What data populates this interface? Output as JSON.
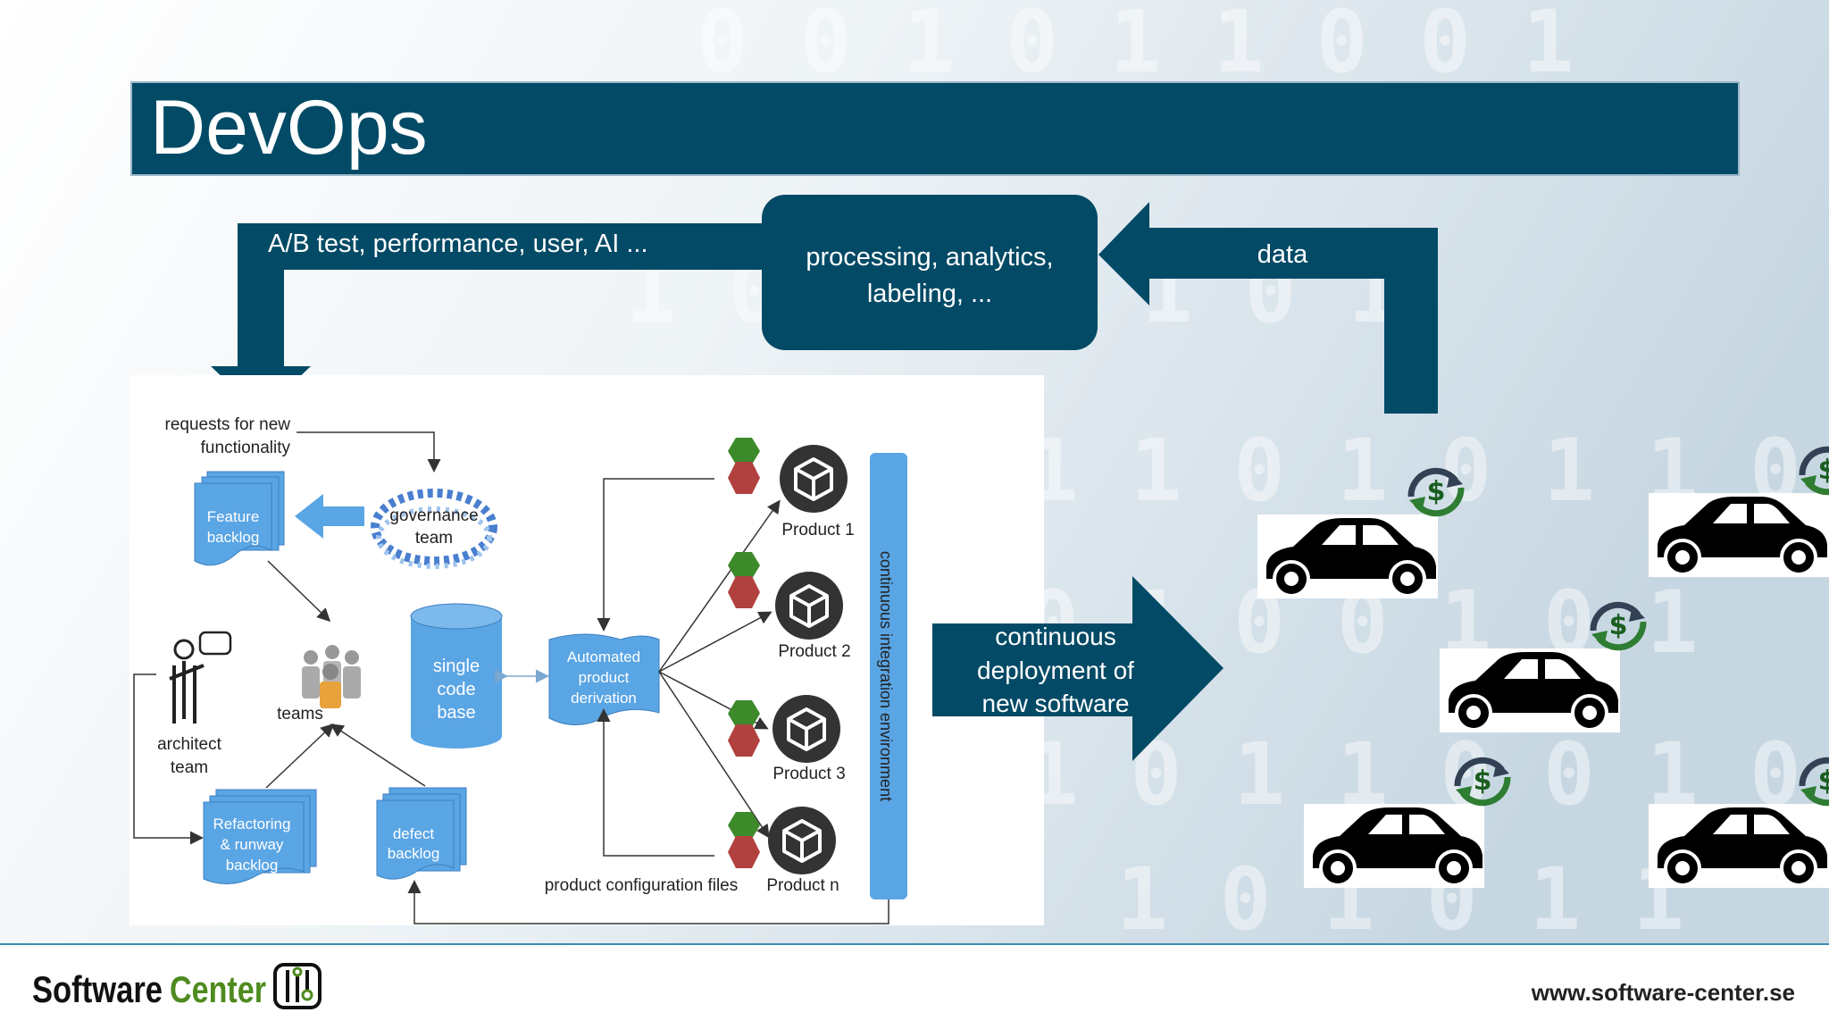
{
  "slide": {
    "title": "DevOps",
    "feedback_label": "A/B test, performance, user, AI ...",
    "processing_label_line1": "processing, analytics,",
    "processing_label_line2": "labeling, ...",
    "data_label": "data",
    "deploy_label_line1": "continuous",
    "deploy_label_line2": "deployment of",
    "deploy_label_line3": "new software"
  },
  "diagram": {
    "requests_line1": "requests for new",
    "requests_line2": "functionality",
    "feature_backlog_line1": "Feature",
    "feature_backlog_line2": "backlog",
    "governance_line1": "governance",
    "governance_line2": "team",
    "architect_line1": "architect",
    "architect_line2": "team",
    "teams": "teams",
    "codebase_line1": "single",
    "codebase_line2": "code",
    "codebase_line3": "base",
    "derivation_line1": "Automated",
    "derivation_line2": "product",
    "derivation_line3": "derivation",
    "refactoring_line1": "Refactoring",
    "refactoring_line2": "& runway",
    "refactoring_line3": "backlog",
    "defect_line1": "defect",
    "defect_line2": "backlog",
    "product_1": "Product 1",
    "product_2": "Product 2",
    "product_3": "Product 3",
    "product_n": "Product n",
    "config_files": "product configuration files",
    "ci_env": "continuous integration environment"
  },
  "footer": {
    "brand_part1": "Software",
    "brand_part2": "Center",
    "website": "www.software-center.se"
  },
  "icons": [
    "cube-icon",
    "hexagon-icon",
    "car-icon",
    "dollar-cycle-icon",
    "teams-icon",
    "architect-icon",
    "logo-icon"
  ],
  "colors": {
    "navy": "#034a66",
    "diagram_blue": "#5aa5e4",
    "cube_dark": "#333333",
    "hex_green": "#3d8a2a",
    "hex_red": "#b1413f",
    "brand_green": "#4e8b1f"
  }
}
